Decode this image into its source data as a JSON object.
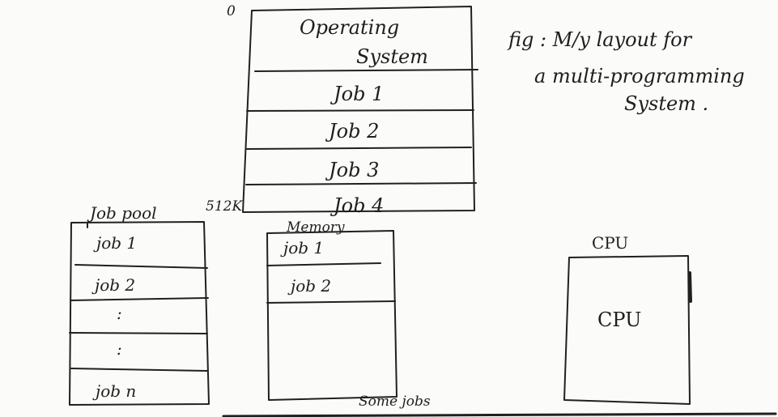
{
  "memory_layout": {
    "top_label": "0",
    "bottom_label": "512K",
    "segments": [
      "Operating System",
      "Job 1",
      "Job 2",
      "Job 3",
      "Job 4"
    ],
    "os_line1": "Operating",
    "os_line2": "System"
  },
  "caption": {
    "line1": "fig : M/y layout for",
    "line2": "a multi-programming",
    "line3": "System ."
  },
  "job_pool": {
    "title": "Job pool",
    "items": [
      "job 1",
      "job 2",
      ":",
      ":",
      "job n"
    ]
  },
  "memory_box": {
    "title": "Memory",
    "items": [
      "job 1",
      "job 2"
    ],
    "bottom_note": "Some jobs"
  },
  "cpu": {
    "title": "CPU",
    "inner_label": "CPU"
  }
}
